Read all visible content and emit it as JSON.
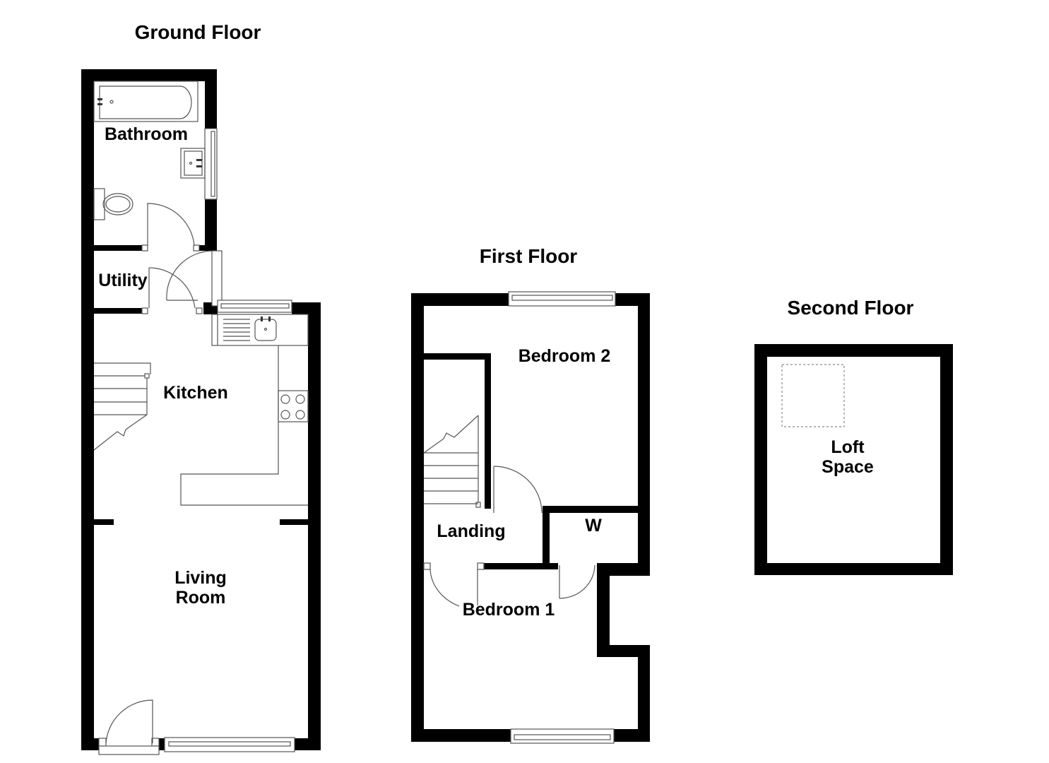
{
  "floors": [
    {
      "title": "Ground Floor",
      "rooms": [
        "Bathroom",
        "Utility",
        "Kitchen",
        "Living",
        "Room"
      ]
    },
    {
      "title": "First Floor",
      "rooms": [
        "Bedroom 2",
        "W",
        "Landing",
        "Bedroom 1"
      ]
    },
    {
      "title": "Second Floor",
      "rooms": [
        "Loft",
        "Space"
      ]
    }
  ],
  "colors": {
    "wall": "#000000",
    "fixture_line": "#555555",
    "background": "#ffffff"
  }
}
